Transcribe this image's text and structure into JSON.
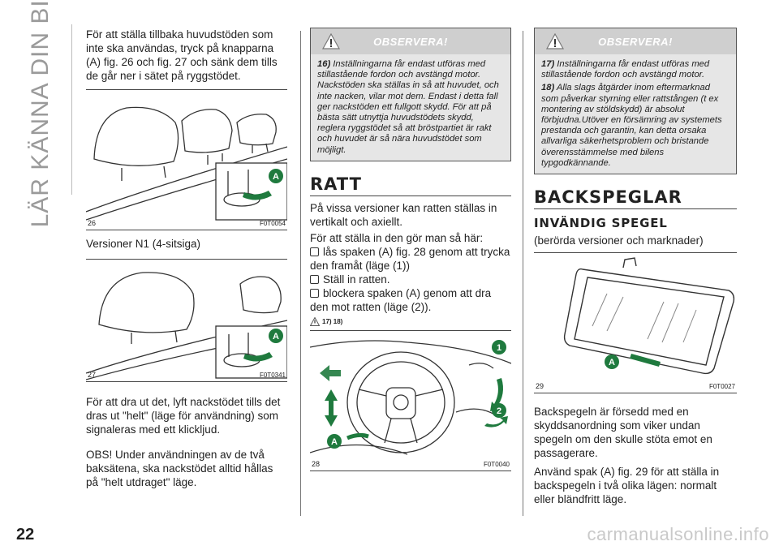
{
  "side_title": "LÄR KÄNNA DIN BIL",
  "page_number": "22",
  "watermark": "carmanualsonline.info",
  "col1": {
    "intro": "För att ställa tillbaka huvudstöden som inte ska användas, tryck på knapparna (A) fig. 26 och fig. 27 och sänk dem tills de går ner i sätet på ryggstödet.",
    "fig26": {
      "num": "26",
      "code": "F0T0054",
      "label": "A"
    },
    "versions": "Versioner N1 (4-sitsiga)",
    "fig27": {
      "num": "27",
      "code": "F0T0341",
      "label": "A"
    },
    "pull_text": "För att dra ut det, lyft nackstödet tills det dras ut \"helt\" (läge för användning) som signaleras med ett klickljud.",
    "obs_text": "OBS! Under användningen av de två baksätena, ska nackstödet alltid hållas på \"helt utdraget\" läge."
  },
  "col2": {
    "note": {
      "title": "OBSERVERA!",
      "num": "16)",
      "text": "Inställningarna får endast utföras med stillastående fordon och avstängd motor. Nackstöden ska ställas in så att huvudet, och inte nacken, vilar mot dem. Endast i detta fall ger nackstöden ett fullgott skydd. För att på bästa sätt utnyttja huvudstödets skydd, reglera ryggstödet så att bröstpartiet är rakt och huvudet är så nära huvudstödet som möjligt."
    },
    "heading": "RATT",
    "p1": "På vissa versioner kan ratten ställas in vertikalt och axiellt.",
    "p2": "För att ställa in den gör man så här:",
    "b1": "lås spaken (A) fig. 28 genom att trycka den framåt (läge (1))",
    "b2": "Ställ in ratten.",
    "b3": "blockera spaken (A) genom att dra den mot ratten (läge (2)).",
    "refs": "17)  18)",
    "fig28": {
      "num": "28",
      "code": "F0T0040",
      "label1": "1",
      "label2": "2",
      "labelA": "A"
    }
  },
  "col3": {
    "note": {
      "title": "OBSERVERA!",
      "num17": "17)",
      "text17": "Inställningarna får endast utföras med stillastående fordon och avstängd motor.",
      "num18": "18)",
      "text18": "Alla slags åtgärder inom eftermarknad som påverkar styrning eller rattstången (t ex montering av stöldskydd) är absolut förbjudna.Utöver en försämring av systemets prestanda och garantin, kan detta orsaka allvarliga säkerhetsproblem och bristande överensstämmelse med bilens typgodkännande."
    },
    "heading": "BACKSPEGLAR",
    "subheading": "INVÄNDIG SPEGEL",
    "sub_note": "(berörda versioner och marknader)",
    "fig29": {
      "num": "29",
      "code": "F0T0027",
      "label": "A"
    },
    "p1": "Backspegeln är försedd med en skyddsanordning som viker undan spegeln om den skulle stöta emot en passagerare.",
    "p2": "Använd spak (A) fig. 29 för att ställa in backspegeln i två olika lägen: normalt eller bländfritt läge."
  },
  "colors": {
    "accent_green": "#1f7a3e",
    "note_bg": "#e6e6e6",
    "note_head": "#cfcfcf"
  }
}
